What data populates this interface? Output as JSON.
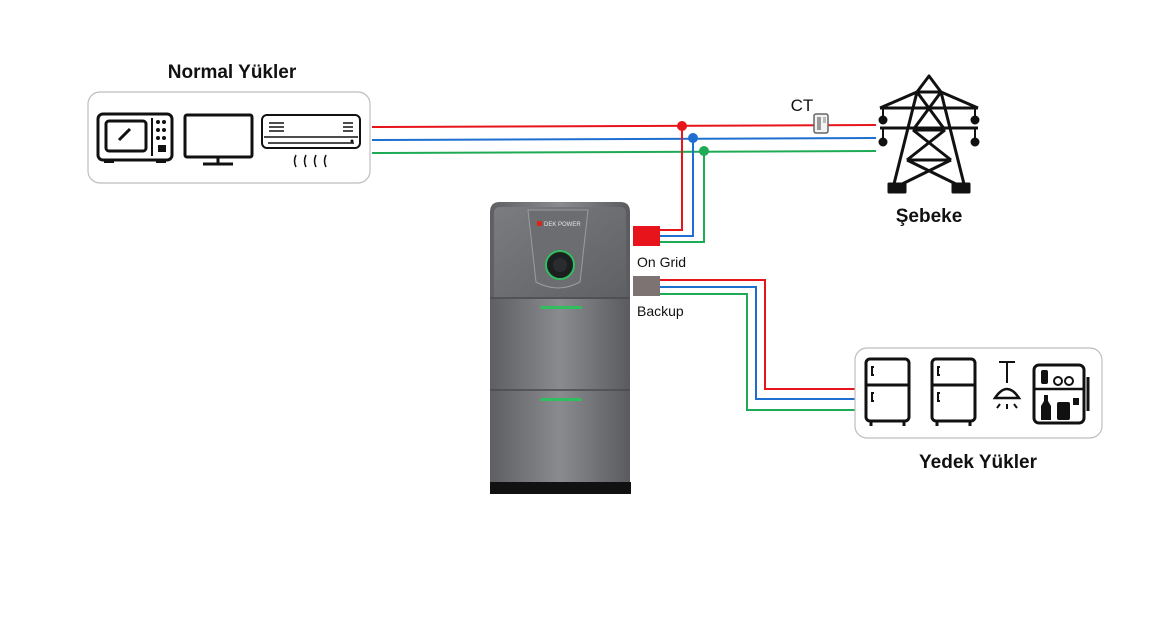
{
  "labels": {
    "normal_loads": "Normal Yükler",
    "backup_loads": "Yedek Yükler",
    "grid": "Şebeke",
    "ct": "CT",
    "on_grid": "On Grid",
    "backup": "Backup",
    "brand": "DEK POWER"
  },
  "colors": {
    "line_l": "#e8141c",
    "line_n": "#1f6fd1",
    "line_pe": "#1faa55",
    "port_on_grid": "#e8141c",
    "port_backup": "#7d7372",
    "status_led": "#2fbf5e",
    "brand_accent": "#d9261c"
  },
  "icons": {
    "normal_loads": [
      "microwave-icon",
      "monitor-icon",
      "air-conditioner-icon"
    ],
    "backup_loads": [
      "refrigerator-icon",
      "refrigerator-icon",
      "ceiling-lamp-icon",
      "appliance-icon"
    ],
    "grid": "transmission-tower-icon",
    "ct": "current-transformer-icon"
  }
}
